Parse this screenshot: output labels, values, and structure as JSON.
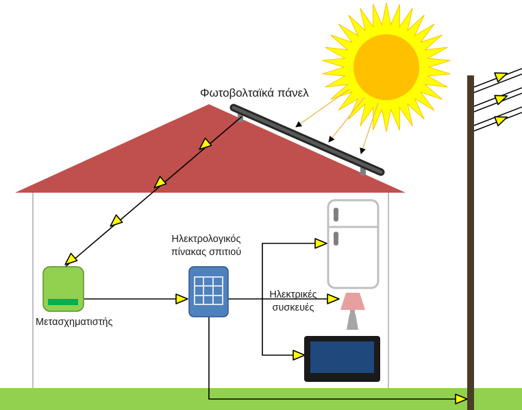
{
  "labels": {
    "solar_panels": "Φωτοβολταϊκά πάνελ",
    "switchboard_line1": "Ηλεκτρολογικός",
    "switchboard_line2": "πίνακας σπιτιού",
    "appliances_line1": "Ηλεκτρικές",
    "appliances_line2": "συσκευές",
    "inverter": "Μετασχηματιστής"
  },
  "colors": {
    "roof": "#c0504d",
    "ground": "#92d050",
    "sun_core": "#ffc000",
    "sun_rays": "#ffff00",
    "arrow_fill": "#ffff00",
    "inverter_fill": "#92d050",
    "switchboard_fill": "#4f81bd",
    "tv_screen": "#1f497d",
    "pole": "#4a3c28",
    "lamp_shade": "#e6a0a0"
  }
}
